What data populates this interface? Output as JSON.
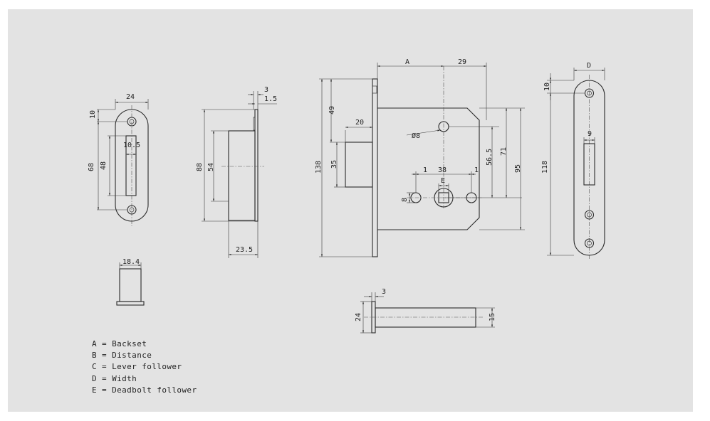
{
  "dimensions": {
    "faceplate": {
      "width": "24",
      "hole_offset": "10",
      "slot_width": "10.5",
      "hole_spacing": "68",
      "slot_length": "48"
    },
    "side": {
      "thickness": "3",
      "plate": "1.5",
      "height": "88",
      "body": "54",
      "depth": "23.5"
    },
    "follower": {
      "width": "18.4"
    },
    "case": {
      "backset": "A",
      "front": "29",
      "top": "49",
      "total": "138",
      "cutout_width": "20",
      "cutout_height": "35",
      "hole_dia": "Ø8",
      "hole_to_axis": "56.5",
      "hole_to_bottom": "71",
      "case_height": "95",
      "left_gap": "1",
      "spacing": "38",
      "right_gap": "1",
      "follower": "E",
      "hole_size": "8"
    },
    "strike": {
      "width": "D",
      "hole_offset": "10",
      "slot_width": "9",
      "length": "118"
    },
    "bolt": {
      "plate": "3",
      "plate_height": "24",
      "bolt_height": "15"
    }
  },
  "legend": [
    "A = Backset",
    "B = Distance",
    "C = Lever follower",
    "D = Width",
    "E = Deadbolt follower"
  ]
}
